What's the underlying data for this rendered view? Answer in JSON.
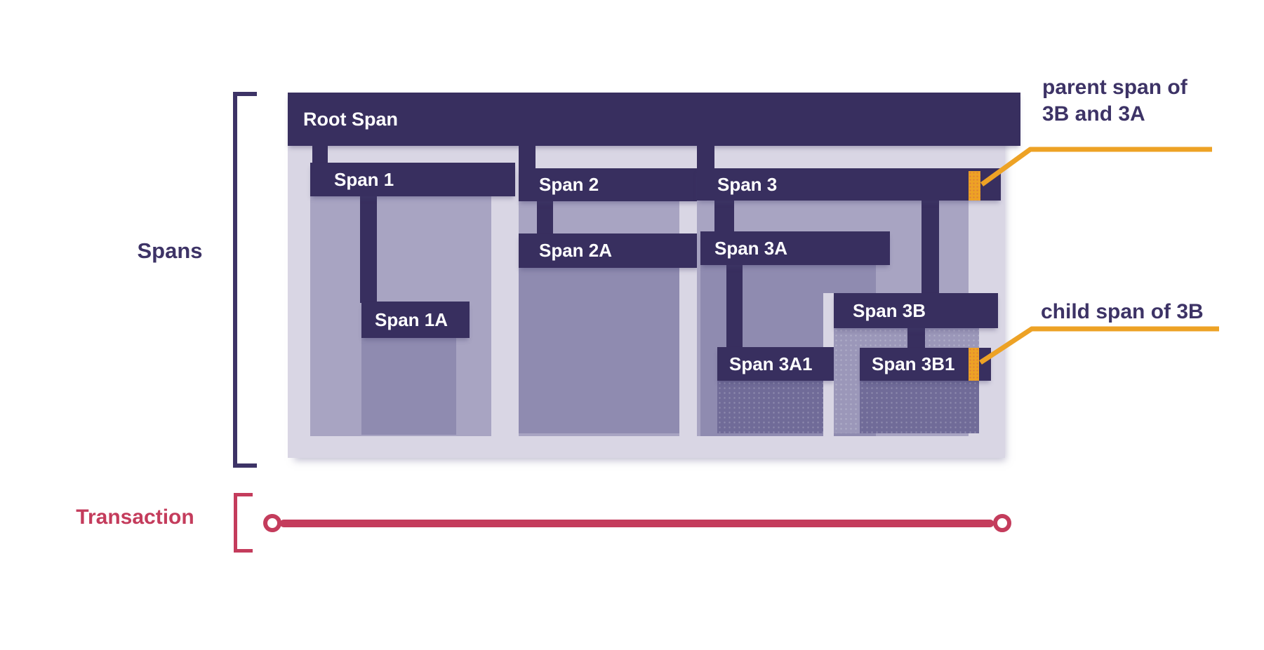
{
  "diagram": {
    "root": {
      "label": "Root Span"
    },
    "span1": {
      "label": "Span 1"
    },
    "span1a": {
      "label": "Span 1A"
    },
    "span2": {
      "label": "Span 2"
    },
    "span2a": {
      "label": "Span 2A"
    },
    "span3": {
      "label": "Span 3"
    },
    "span3a": {
      "label": "Span 3A"
    },
    "span3a1": {
      "label": "Span 3A1"
    },
    "span3b": {
      "label": "Span 3B"
    },
    "span3b1": {
      "label": "Span 3B1"
    }
  },
  "side_labels": {
    "spans": "Spans",
    "transaction": "Transaction"
  },
  "annotations": {
    "parent_span_line1": "parent span of",
    "parent_span_line2": "3B and 3A",
    "child_span": "child span of 3B"
  },
  "colors": {
    "span_bar_dark_purple": "#382f5f",
    "panel_lavender": "#d9d6e4",
    "body_level1": "#a8a4c2",
    "body_level2": "#8f8bb0",
    "body_level2_alt": "#9b97b9",
    "body_level3": "#706b98",
    "highlight_orange": "#eda225",
    "transaction_red": "#c43c5c",
    "annotation_text_purple": "#3d3366"
  }
}
